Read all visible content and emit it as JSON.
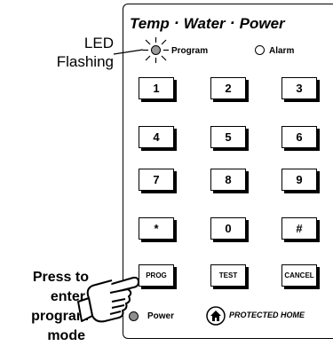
{
  "title": {
    "temp": "Temp",
    "dot1": "·",
    "water": "Water",
    "dot2": "·",
    "power": "Power"
  },
  "indicators": {
    "program": "Program",
    "alarm": "Alarm",
    "power": "Power"
  },
  "callout_led": {
    "line1": "LED",
    "line2": "Flashing"
  },
  "callout_press": {
    "line1": "Press to",
    "line2": "enter",
    "line3": "program",
    "line4": "mode"
  },
  "keys": {
    "k1": "1",
    "k2": "2",
    "k3": "3",
    "k4": "4",
    "k5": "5",
    "k6": "6",
    "k7": "7",
    "k8": "8",
    "k9": "9",
    "kstar": "*",
    "k0": "0",
    "khash": "#",
    "prog": "PROG",
    "test": "TEST",
    "cancel": "CANCEL"
  },
  "footer": {
    "protected_home": "PROTECTED HOME"
  },
  "icons": {
    "led": "led-indicator-icon",
    "home": "house-icon",
    "hand": "pointing-hand-icon"
  }
}
